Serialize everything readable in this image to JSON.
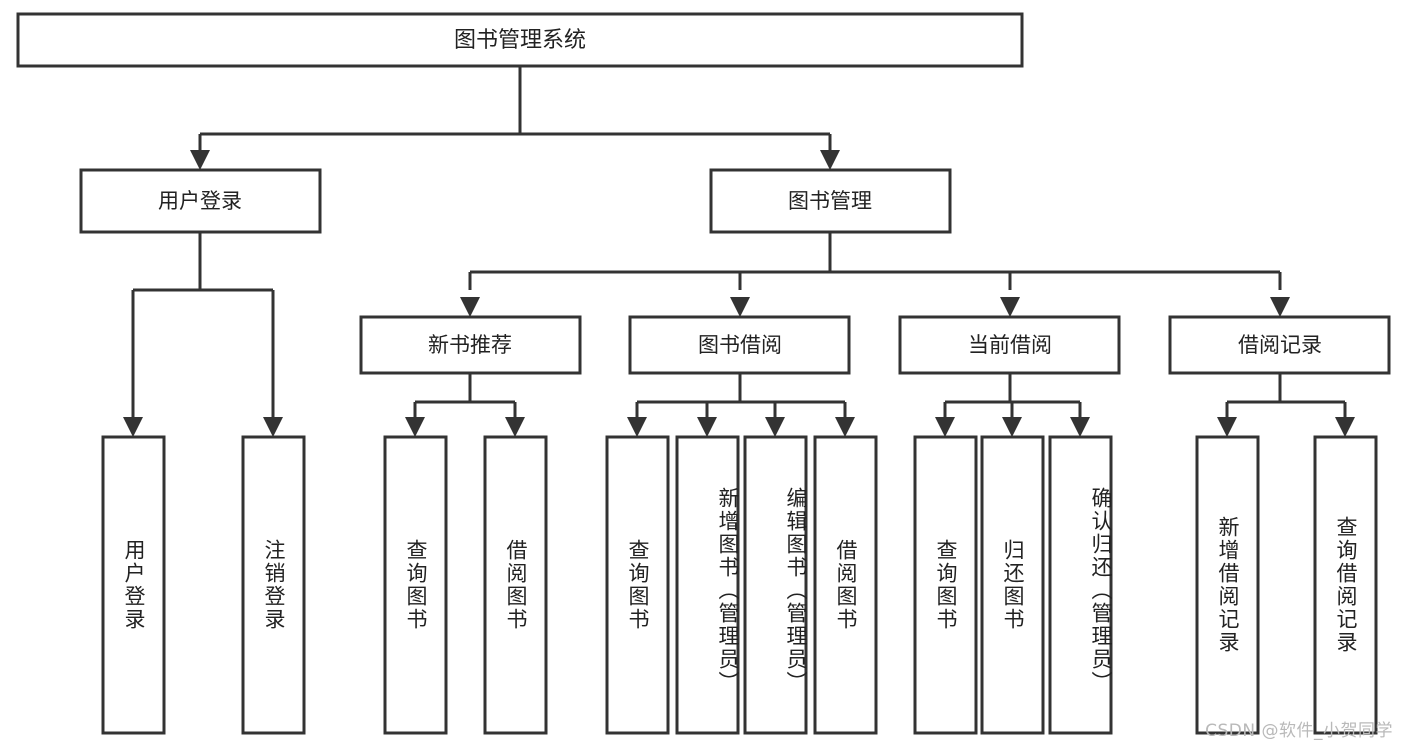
{
  "diagram": {
    "title": "图书管理系统",
    "type": "hierarchy-tree",
    "root": {
      "id": "root",
      "label": "图书管理系统"
    },
    "level2": [
      {
        "id": "user-login",
        "label": "用户登录"
      },
      {
        "id": "book-management",
        "label": "图书管理"
      }
    ],
    "level3": [
      {
        "id": "new-book-recommend",
        "label": "新书推荐",
        "parent": "book-management"
      },
      {
        "id": "book-borrow",
        "label": "图书借阅",
        "parent": "book-management"
      },
      {
        "id": "current-borrow",
        "label": "当前借阅",
        "parent": "book-management"
      },
      {
        "id": "borrow-record",
        "label": "借阅记录",
        "parent": "book-management"
      }
    ],
    "leaves": [
      {
        "id": "leaf-user-login",
        "label": "用户登录",
        "parent": "user-login"
      },
      {
        "id": "leaf-logout-login",
        "label": "注销登录",
        "parent": "user-login"
      },
      {
        "id": "leaf-query-book-1",
        "label": "查询图书",
        "parent": "new-book-recommend"
      },
      {
        "id": "leaf-borrow-book-1",
        "label": "借阅图书",
        "parent": "new-book-recommend"
      },
      {
        "id": "leaf-query-book-2",
        "label": "查询图书",
        "parent": "book-borrow"
      },
      {
        "id": "leaf-add-book",
        "label": "新增图书（管理员）",
        "parent": "book-borrow"
      },
      {
        "id": "leaf-edit-book",
        "label": "编辑图书（管理员）",
        "parent": "book-borrow"
      },
      {
        "id": "leaf-borrow-book-2",
        "label": "借阅图书",
        "parent": "book-borrow"
      },
      {
        "id": "leaf-query-book-3",
        "label": "查询图书",
        "parent": "current-borrow"
      },
      {
        "id": "leaf-return-book",
        "label": "归还图书",
        "parent": "current-borrow"
      },
      {
        "id": "leaf-confirm-return",
        "label": "确认归还（管理员）",
        "parent": "current-borrow"
      },
      {
        "id": "leaf-add-record",
        "label": "新增借阅记录",
        "parent": "borrow-record"
      },
      {
        "id": "leaf-query-record",
        "label": "查询借阅记录",
        "parent": "borrow-record"
      }
    ],
    "colors": {
      "stroke": "#333333",
      "fill": "#ffffff",
      "text": "#222222",
      "watermark": "#b9b9b9"
    }
  },
  "watermark": {
    "text": "CSDN @软件_小贺同学"
  }
}
